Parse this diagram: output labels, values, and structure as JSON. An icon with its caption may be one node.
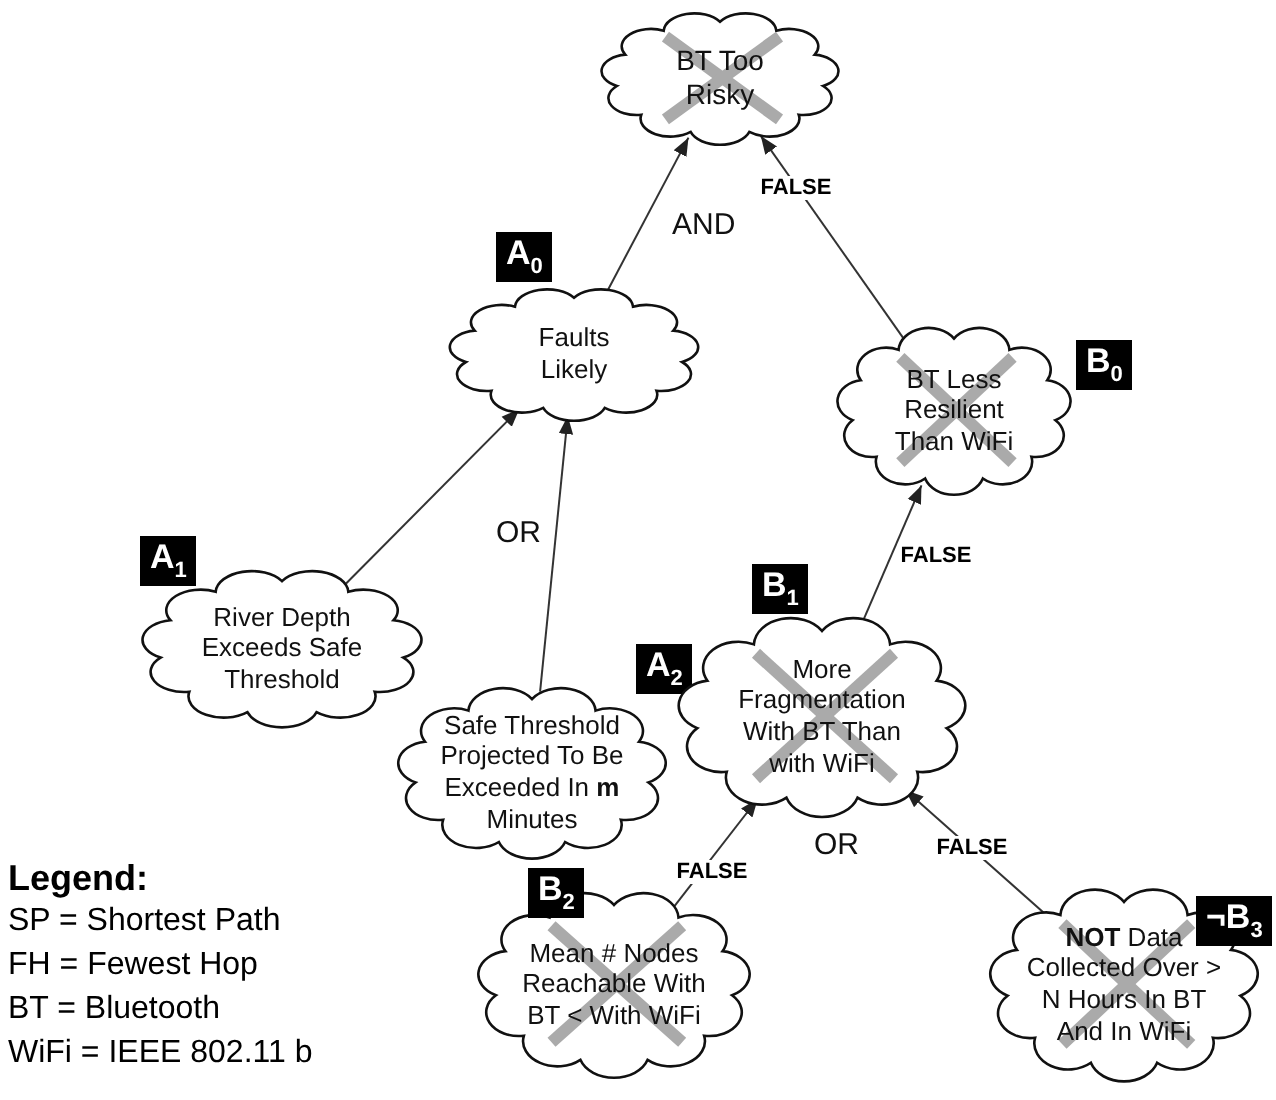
{
  "diagram": {
    "nodes": [
      {
        "text": [
          "BT Too Risky"
        ]
      },
      {
        "text": [
          "Faults Likely"
        ],
        "beside": [
          "A$_{0}$"
        ]
      },
      {
        "text": [
          "River Depth Exceeds Safe Threshold"
        ],
        "beside": [
          "A$_{1}$"
        ]
      },
      {
        "text": [
          "Safe Threshold Projected To Be Exceeded In **m** Minutes"
        ],
        "beside": [
          "A$_{2}$"
        ]
      },
      {
        "text": [
          "BT Less Resilient Than WiFi"
        ],
        "beside": [
          "B$_{0}$"
        ]
      },
      {
        "text": [
          "More Fragmentation With BT Than with WiFi"
        ],
        "beside": [
          "B$_{1}$"
        ]
      },
      {
        "text": [
          "Mean # Nodes Reachable With BT < With WiFi"
        ],
        "beside": [
          "B$_{2}$"
        ]
      },
      {
        "text": [
          "**NOT** Data Collected Over > N Hours In BT And In WiFi"
        ],
        "beside": [
          "¬B$_{3}$"
        ]
      }
    ],
    "edges": [
      {
        "from": 1,
        "to": 0,
        "arrow": "to"
      },
      {
        "from": 4,
        "to": 0,
        "arrow": "to",
        "label": "FALSE"
      },
      {
        "from": 2,
        "to": 1,
        "arrow": "to"
      },
      {
        "from": 3,
        "to": 1,
        "arrow": "to"
      },
      {
        "from": 5,
        "to": 4,
        "arrow": "to",
        "label": "FALSE"
      },
      {
        "from": 6,
        "to": 5,
        "arrow": "to",
        "label": "FALSE"
      },
      {
        "from": 7,
        "to": 5,
        "arrow": "to",
        "label": "FALSE"
      }
    ],
    "labels": [
      "AND",
      "OR",
      "OR",
      "Legend:"
    ],
    "legend": [
      {
        "text": "SP = Shortest Path"
      },
      {
        "text": "FH = Fewest Hop"
      },
      {
        "text": "BT = Bluetooth"
      },
      {
        "text": "WiFi = IEEE 802.11 b"
      }
    ]
  }
}
